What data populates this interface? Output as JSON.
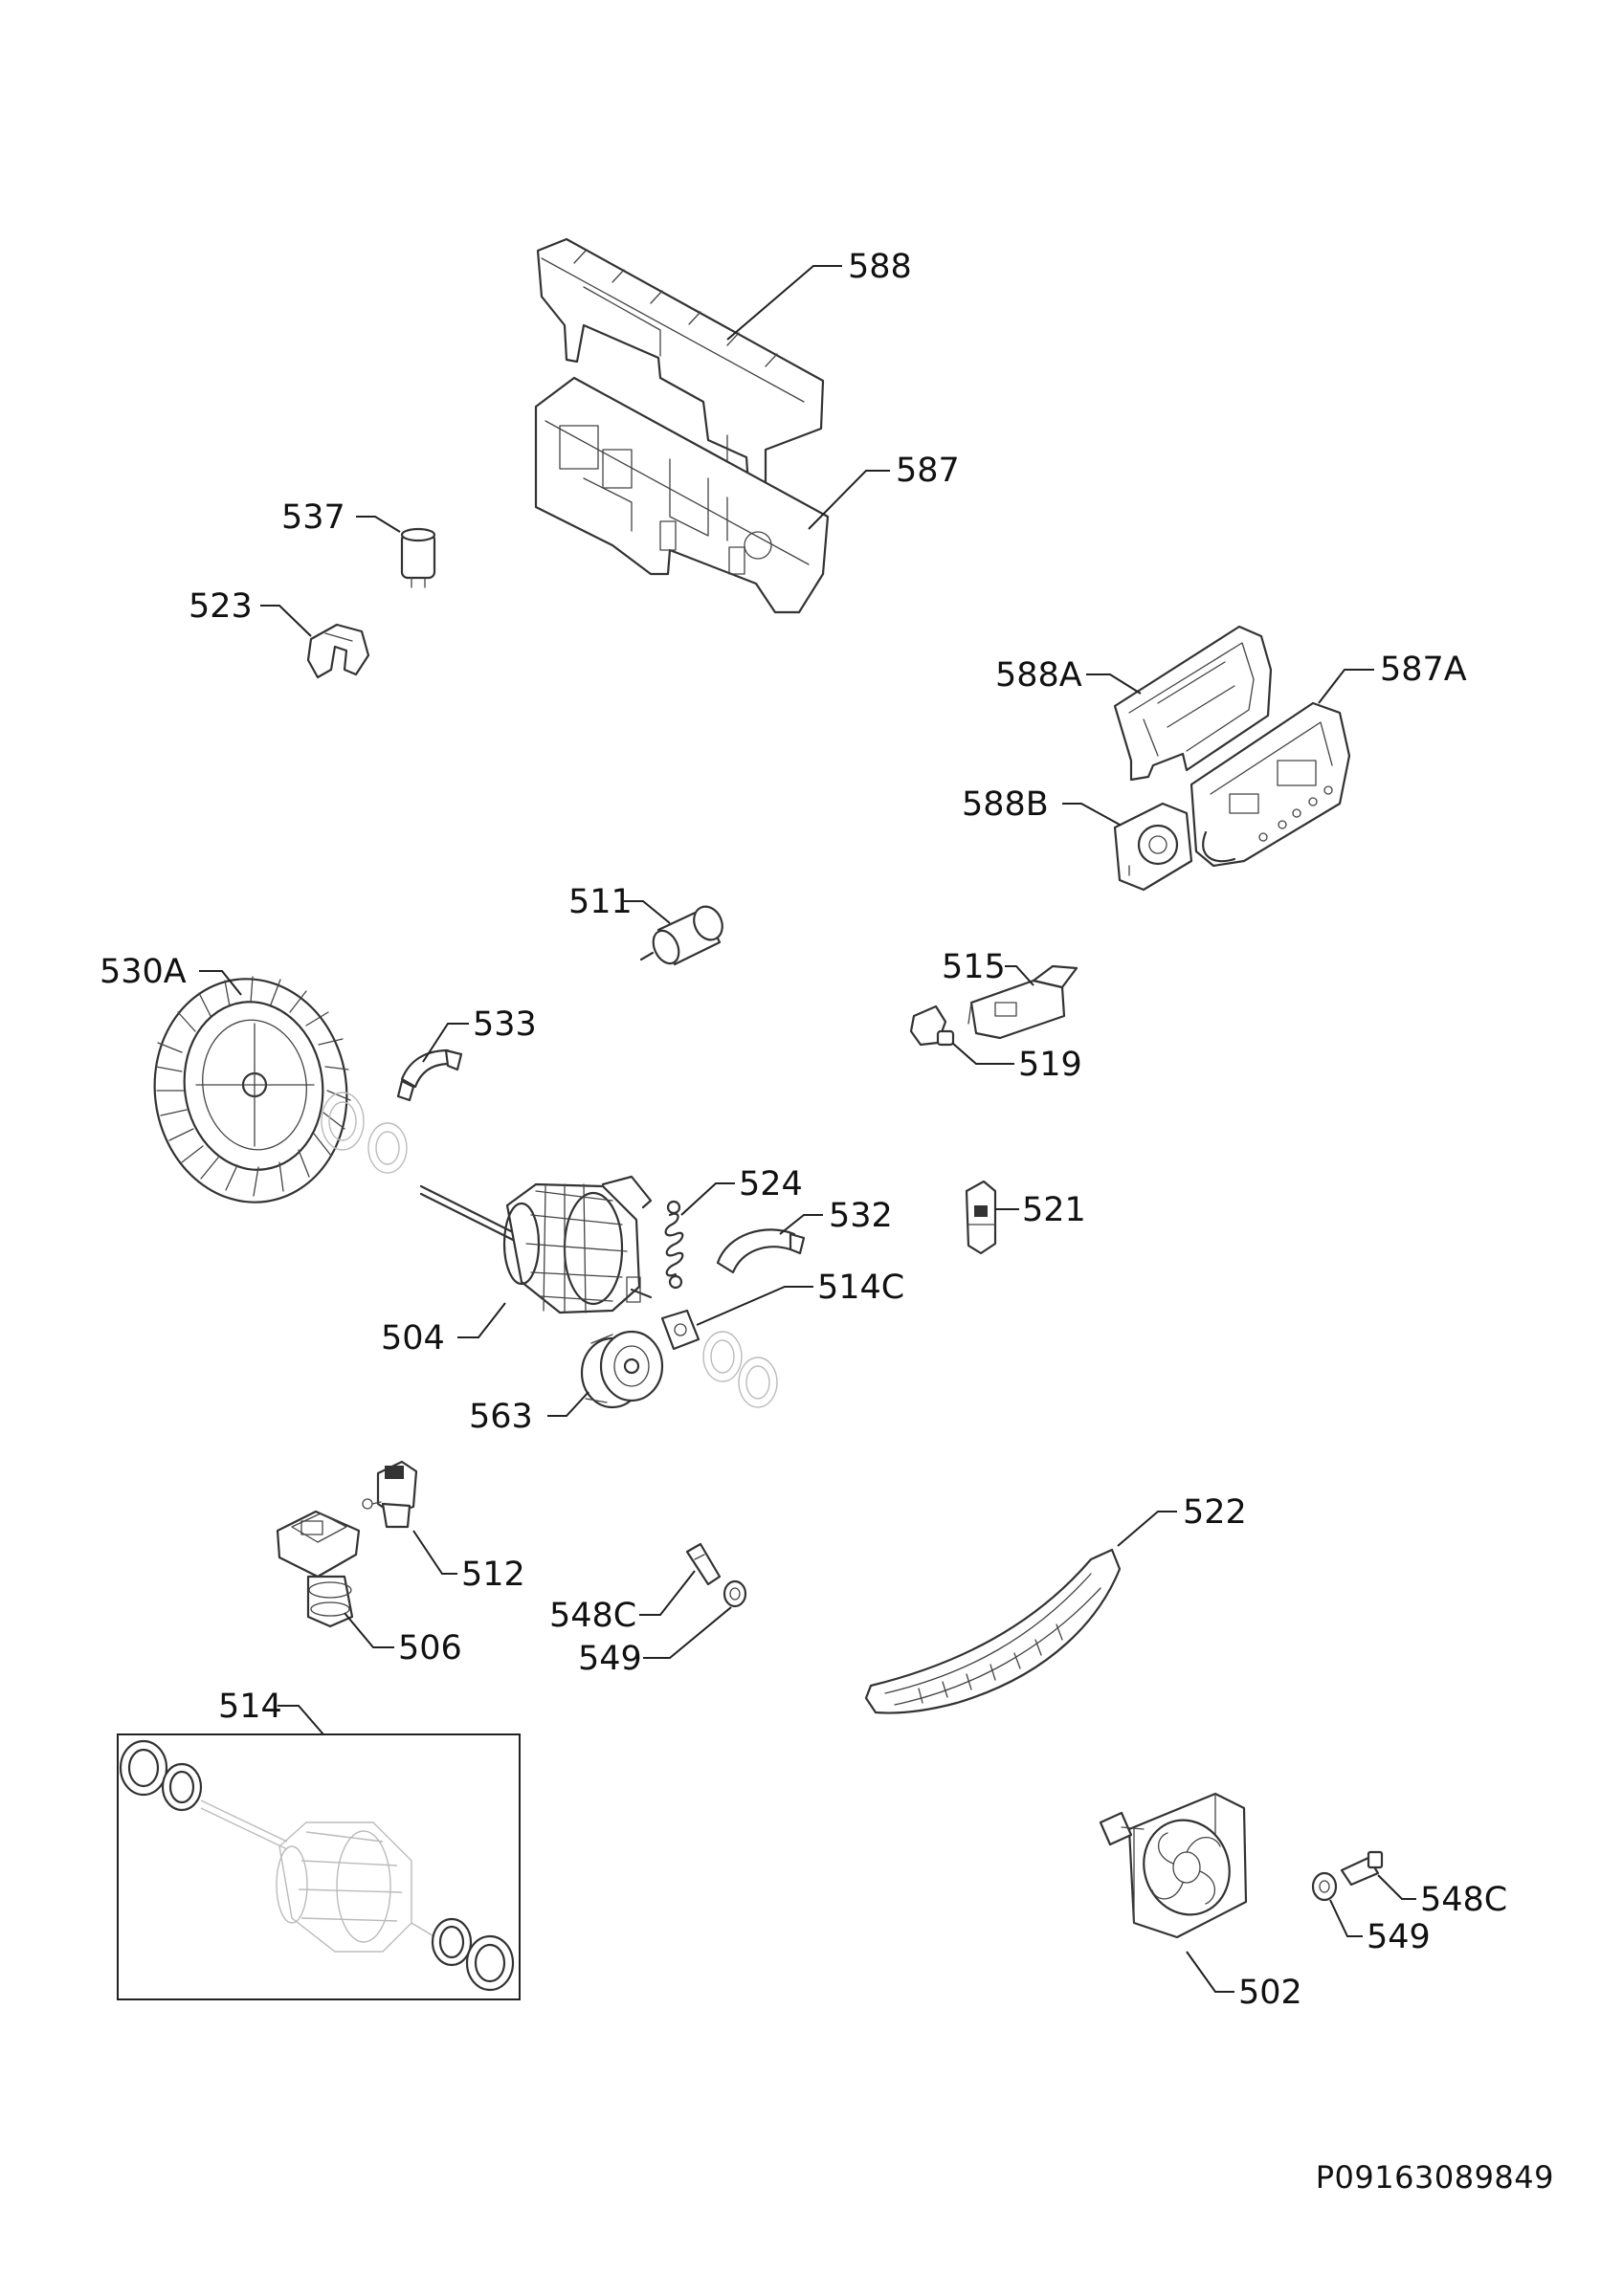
{
  "document": {
    "drawing_number": "P09163089849"
  },
  "parts": [
    {
      "id": "p588",
      "label": "588"
    },
    {
      "id": "p587",
      "label": "587"
    },
    {
      "id": "p537",
      "label": "537"
    },
    {
      "id": "p523",
      "label": "523"
    },
    {
      "id": "p588A",
      "label": "588A"
    },
    {
      "id": "p587A",
      "label": "587A"
    },
    {
      "id": "p588B",
      "label": "588B"
    },
    {
      "id": "p511",
      "label": "511"
    },
    {
      "id": "p530A",
      "label": "530A"
    },
    {
      "id": "p533",
      "label": "533"
    },
    {
      "id": "p515",
      "label": "515"
    },
    {
      "id": "p519",
      "label": "519"
    },
    {
      "id": "p524",
      "label": "524"
    },
    {
      "id": "p532",
      "label": "532"
    },
    {
      "id": "p521",
      "label": "521"
    },
    {
      "id": "p514C",
      "label": "514C"
    },
    {
      "id": "p504",
      "label": "504"
    },
    {
      "id": "p563",
      "label": "563"
    },
    {
      "id": "p522",
      "label": "522"
    },
    {
      "id": "p512",
      "label": "512"
    },
    {
      "id": "p548C_a",
      "label": "548C"
    },
    {
      "id": "p549_a",
      "label": "549"
    },
    {
      "id": "p506",
      "label": "506"
    },
    {
      "id": "p514",
      "label": "514"
    },
    {
      "id": "p548C_b",
      "label": "548C"
    },
    {
      "id": "p549_b",
      "label": "549"
    },
    {
      "id": "p502",
      "label": "502"
    }
  ]
}
